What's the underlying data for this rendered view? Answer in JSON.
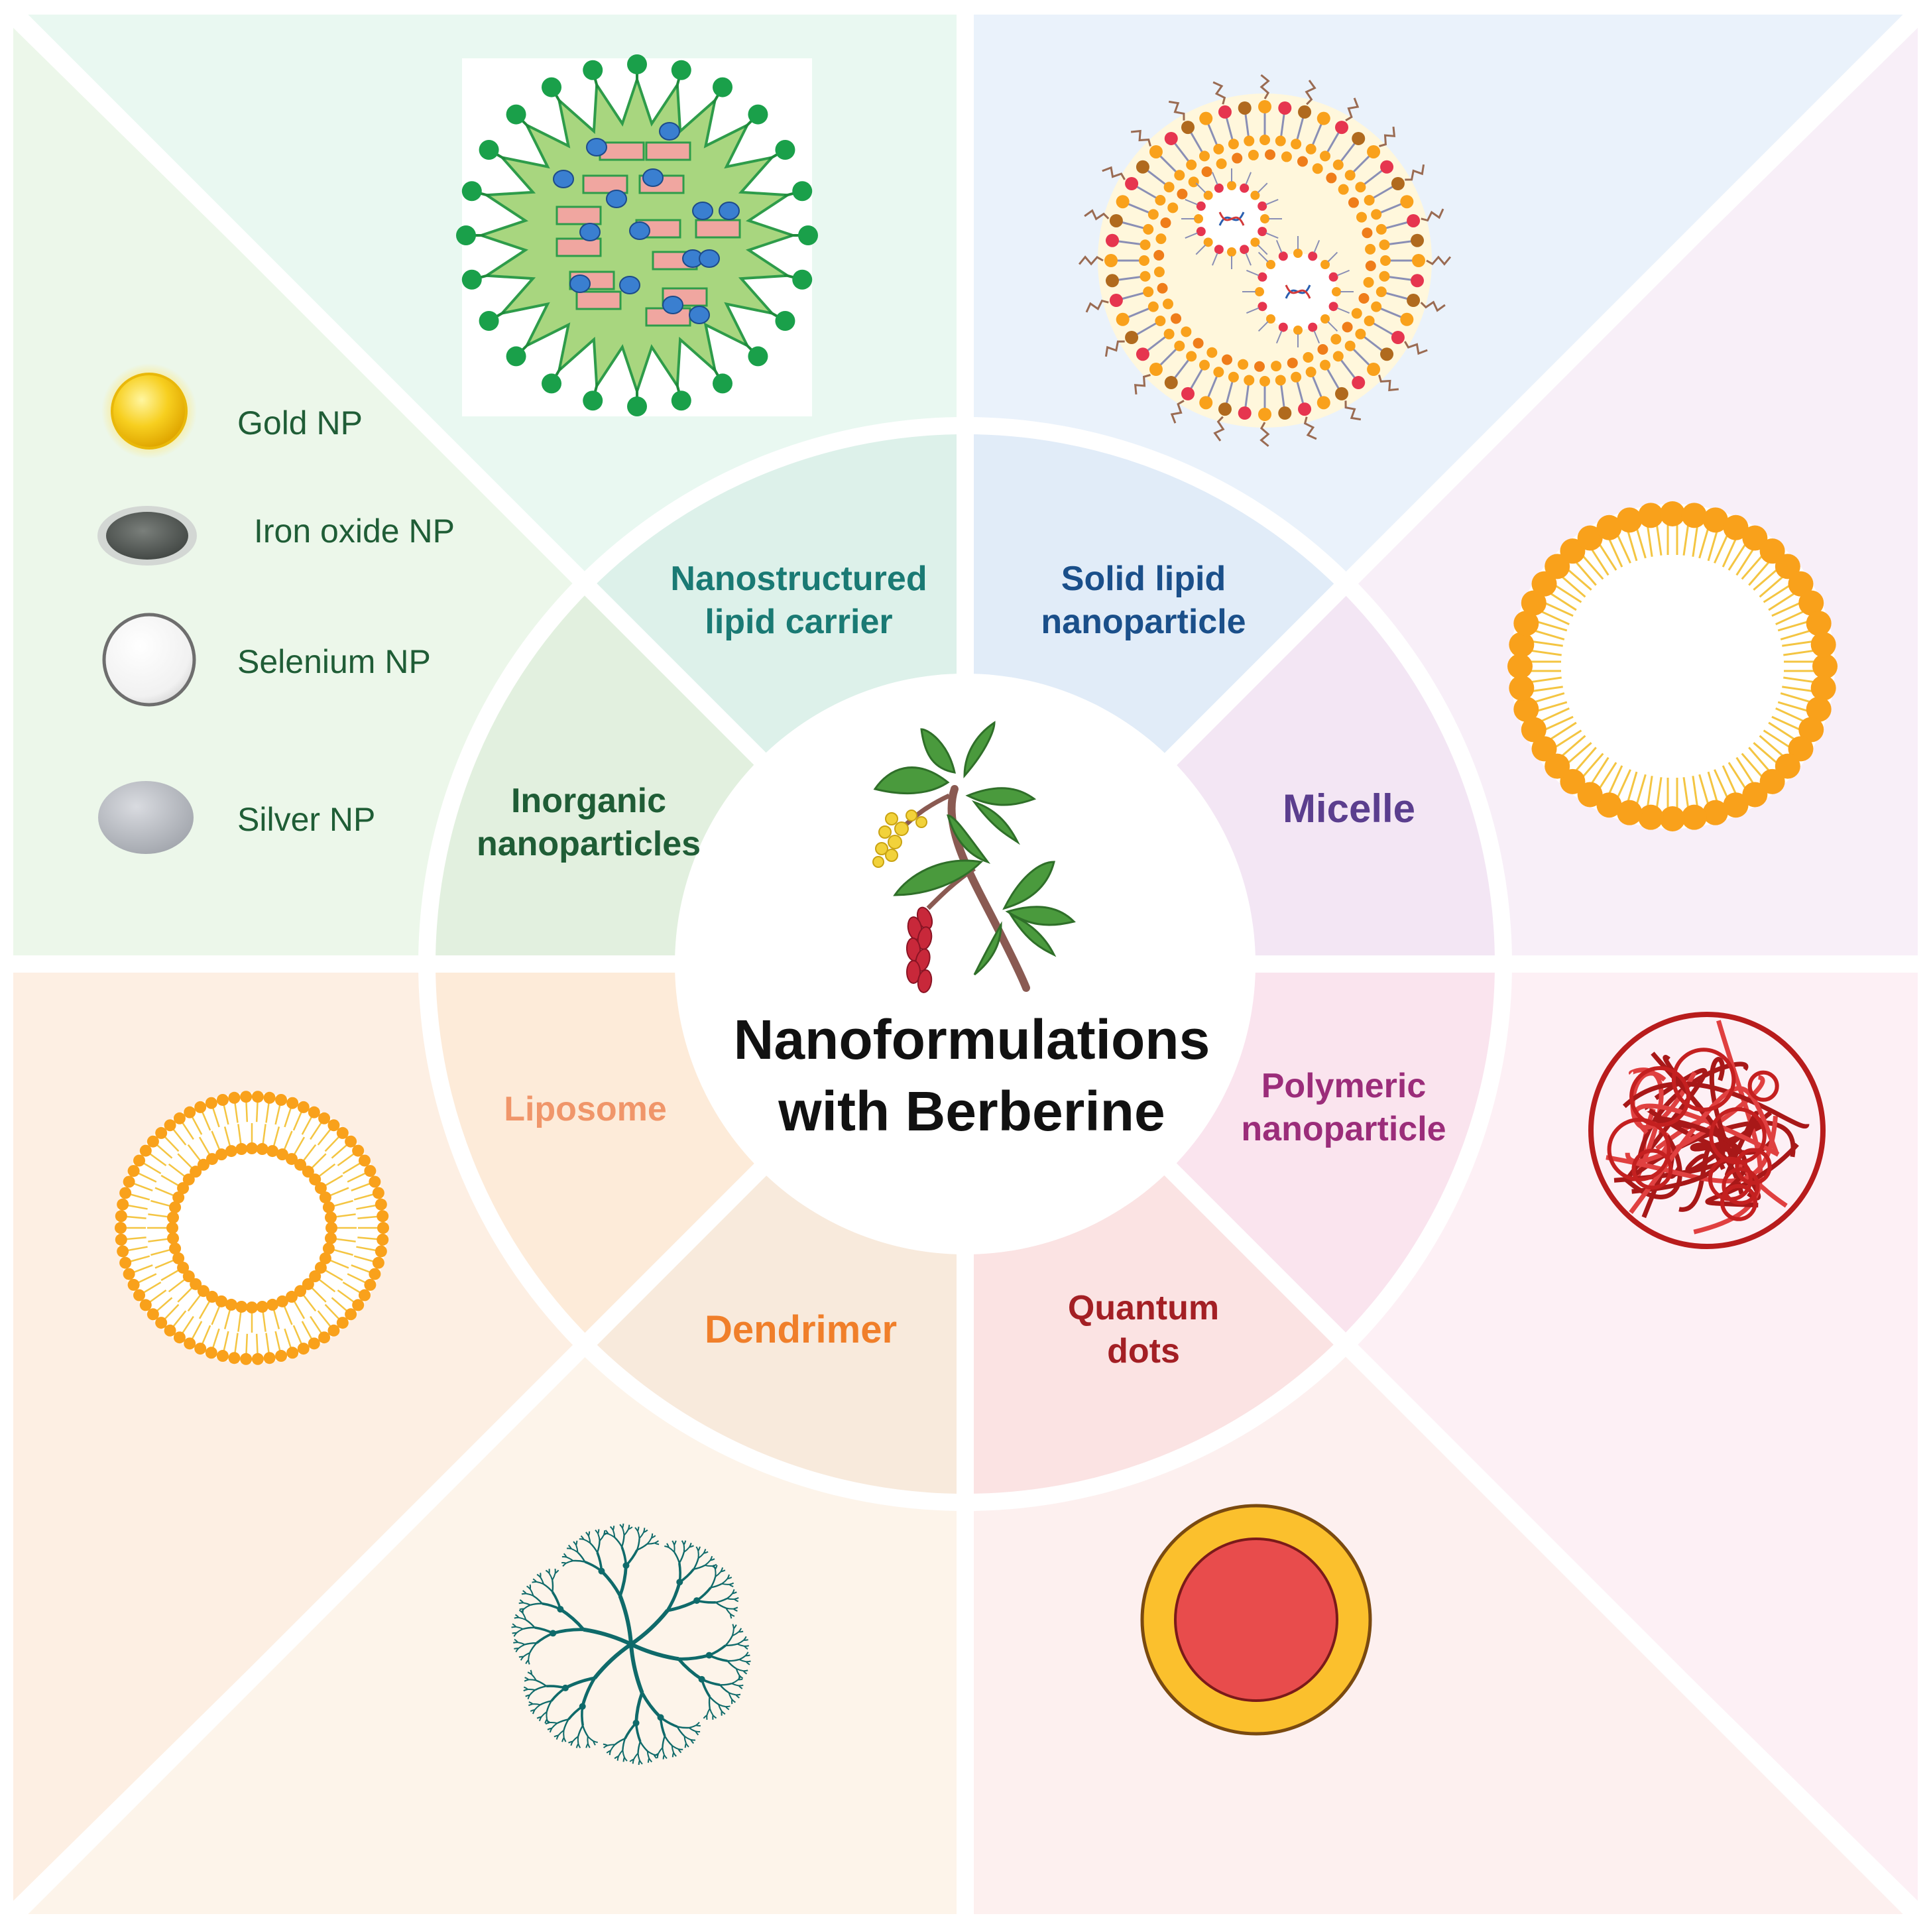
{
  "title": {
    "line1": "Nanoformulations",
    "line2": "with Berberine"
  },
  "segments": [
    {
      "key": "nlc",
      "lines": [
        "Nanostructured",
        "lipid carrier"
      ],
      "color": "#1a7a74"
    },
    {
      "key": "sln",
      "lines": [
        "Solid lipid",
        "nanoparticle"
      ],
      "color": "#1a4f8a"
    },
    {
      "key": "micelle",
      "lines": [
        "Micelle"
      ],
      "color": "#5b3e8e"
    },
    {
      "key": "polymeric",
      "lines": [
        "Polymeric",
        "nanoparticle"
      ],
      "color": "#9b2d7a"
    },
    {
      "key": "quantum",
      "lines": [
        "Quantum",
        "dots"
      ],
      "color": "#a31f24"
    },
    {
      "key": "dendrimer",
      "lines": [
        "Dendrimer"
      ],
      "color": "#f07f2a"
    },
    {
      "key": "liposome",
      "lines": [
        "Liposome"
      ],
      "color": "#f0966a"
    },
    {
      "key": "inorganic",
      "lines": [
        "Inorganic",
        "nanoparticles"
      ],
      "color": "#1f5d36"
    }
  ],
  "legend": [
    {
      "label": "Gold NP",
      "icon": "gold-sphere-icon"
    },
    {
      "label": "Iron oxide NP",
      "icon": "iron-oxide-sphere-icon"
    },
    {
      "label": "Selenium NP",
      "icon": "selenium-sphere-icon"
    },
    {
      "label": "Silver NP",
      "icon": "silver-sphere-icon"
    }
  ],
  "colors": {
    "nlc_bg": "#e9f8f1",
    "sln_bg": "#eaf2fb",
    "micelle_bg": "#f8eff8",
    "polymeric_bg": "#fdf0f5",
    "quantum_bg": "#fdf0ef",
    "dendrimer_bg": "#fdf2e6",
    "liposome_bg": "#fdefe3",
    "inorganic_bg": "#ecf7ea"
  }
}
